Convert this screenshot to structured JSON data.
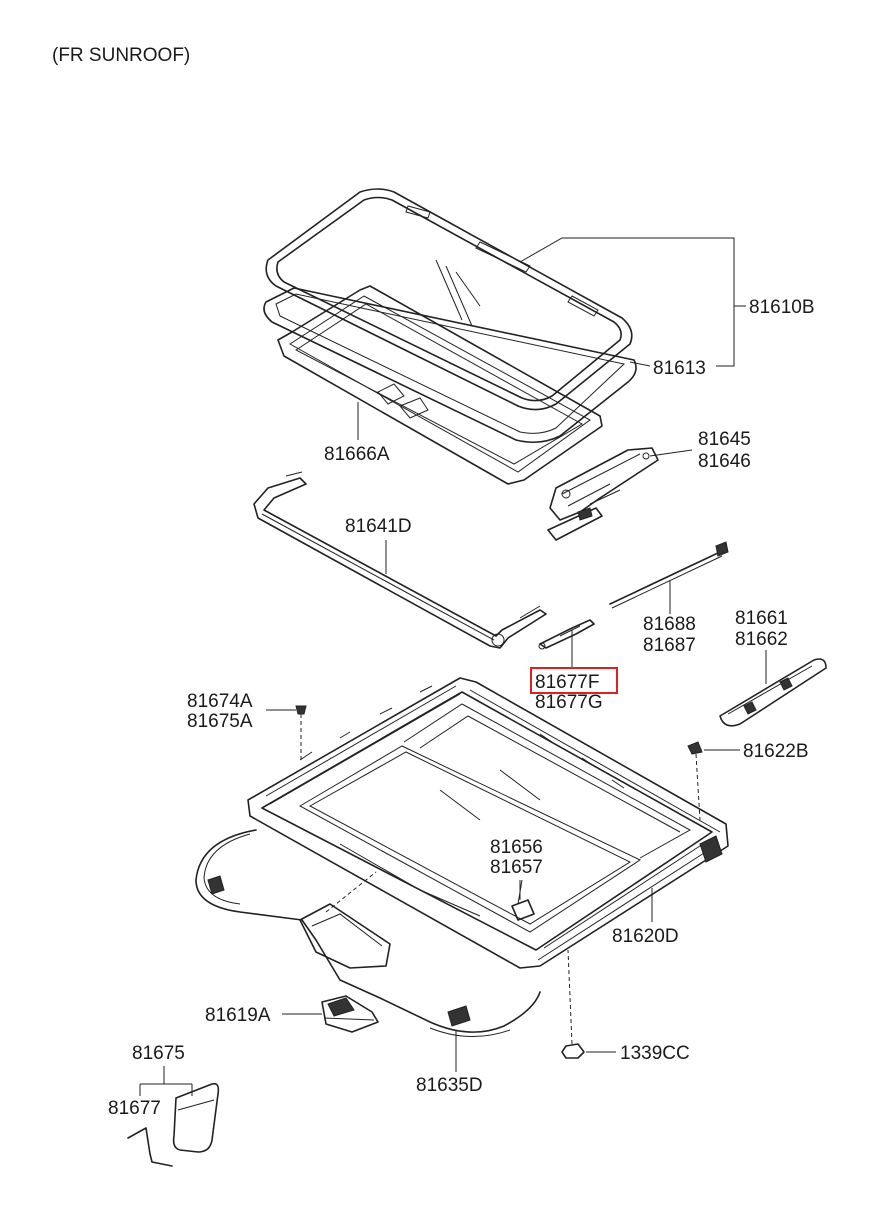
{
  "title": "(FR SUNROOF)",
  "labels": {
    "p81610B": "81610B",
    "p81613": "81613",
    "p81666A": "81666A",
    "p81645": "81645",
    "p81646": "81646",
    "p81641D": "81641D",
    "p81688": "81688",
    "p81687": "81687",
    "p81661": "81661",
    "p81662": "81662",
    "p81677F": "81677F",
    "p81677G": "81677G",
    "p81674A": "81674A",
    "p81675A": "81675A",
    "p81622B": "81622B",
    "p81656": "81656",
    "p81657": "81657",
    "p81620D": "81620D",
    "p81619A": "81619A",
    "p81635D": "81635D",
    "p1339CC": "1339CC",
    "p81675": "81675",
    "p81677": "81677"
  },
  "highlight": "#e02020"
}
